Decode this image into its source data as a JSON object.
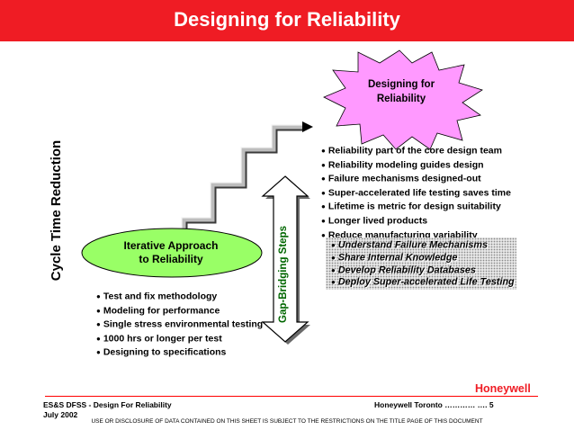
{
  "header": {
    "title": "Designing for Reliability"
  },
  "y_axis_label": "Cycle Time Reduction",
  "burst": {
    "line1": "Designing for",
    "line2": "Reliability"
  },
  "design_bullets": [
    "Reliability part of the core design team",
    "Reliability modeling guides design",
    "Failure mechanisms designed-out",
    "Super-accelerated life testing saves time",
    "Lifetime is metric for design suitability",
    "Longer lived products",
    "Reduce manufacturing variability"
  ],
  "gap_bridging": {
    "label": "Gap-Bridging Steps",
    "items": [
      "Understand Failure Mechanisms",
      "Share Internal Knowledge",
      "Develop Reliability Databases",
      "Deploy Super-accelerated Life Testing"
    ]
  },
  "iterative": {
    "line1": "Iterative Approach",
    "line2": "to Reliability"
  },
  "iterative_bullets": [
    "Test and fix methodology",
    "Modeling for performance",
    "Single stress environmental testing",
    "1000 hrs or longer per test",
    "Designing to specifications"
  ],
  "footer": {
    "logo": "Honeywell",
    "left_line1": "ES&S DFSS - Design  For Reliability",
    "left_line2": "July 2002",
    "right": "Honeywell   Toronto ………… …. 5",
    "disclaimer": "USE OR DISCLOSURE OF DATA CONTAINED ON THIS SHEET IS SUBJECT  TO THE RESTRICTIONS ON THE TITLE PAGE OF THIS DOCUMENT"
  },
  "colors": {
    "header": "#ef1c24",
    "burst": "#ff99ff",
    "ellipse": "#99ff66",
    "gap_label": "#006600",
    "logo": "#ef1c24"
  }
}
